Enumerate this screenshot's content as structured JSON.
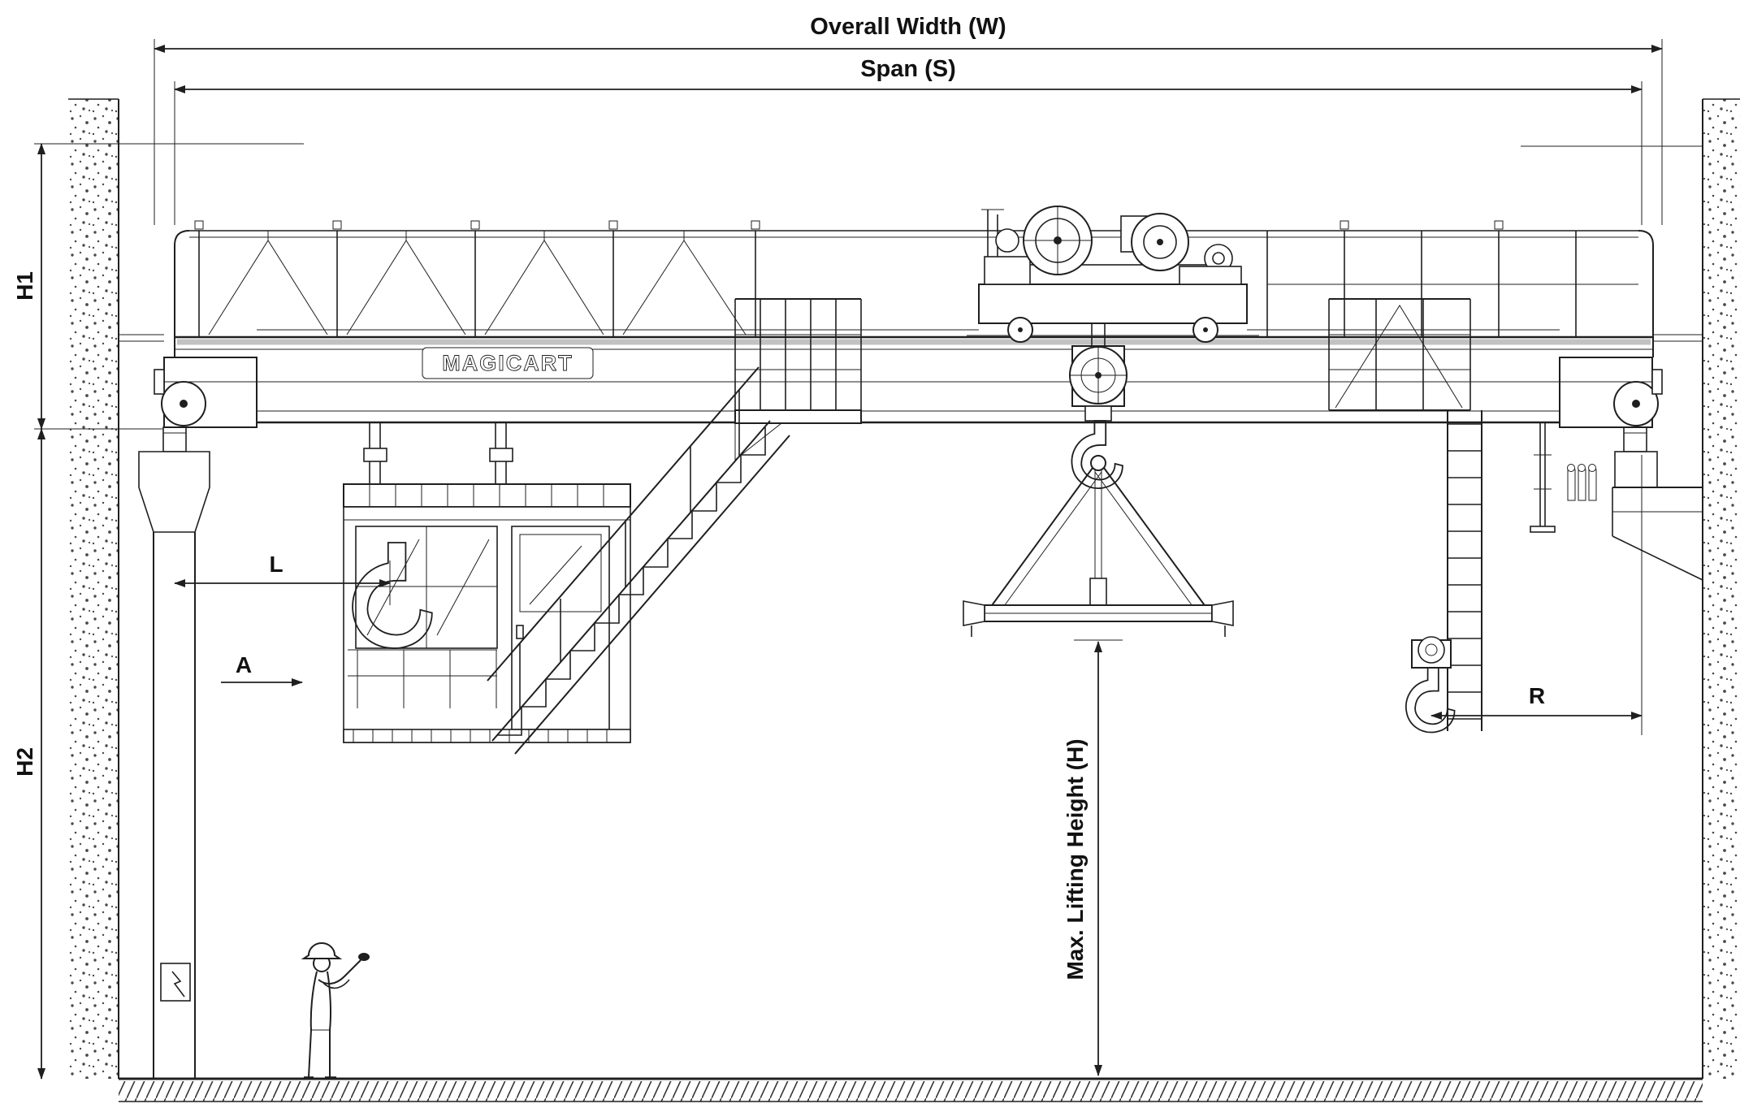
{
  "diagram": {
    "type": "technical-drawing",
    "subject": "Double girder overhead bridge crane with operator cab - dimension diagram",
    "brand": "MAGICART",
    "labels": {
      "overall_width": "Overall Width (W)",
      "span": "Span (S)",
      "h1": "H1",
      "h2": "H2",
      "l": "L",
      "a": "A",
      "r": "R",
      "max_lifting_height": "Max. Lifting Height (H)"
    },
    "colors": {
      "line": "#1f1f1f",
      "background": "#ffffff",
      "shading": "#c2c2c2"
    }
  }
}
